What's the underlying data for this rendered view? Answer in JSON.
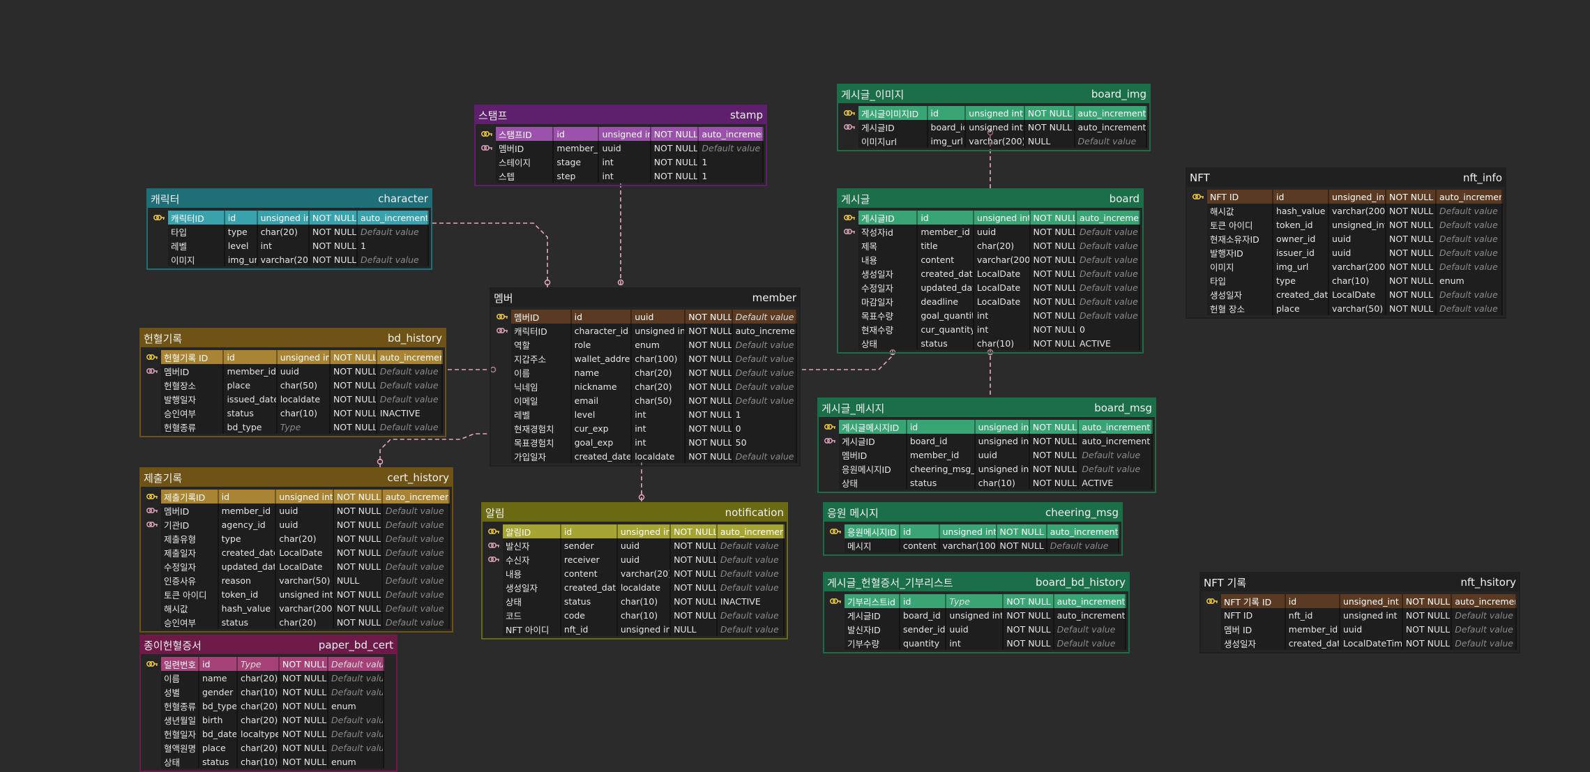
{
  "colors": {
    "background": "#2b2b2b",
    "connector": "#e8a7bd"
  },
  "tables": [
    {
      "id": "character",
      "label": "캐릭터",
      "name": "character",
      "color": "#1e6f78",
      "light": "#3aa2ad",
      "rows": [
        {
          "key": "pk",
          "cols": [
            "캐릭터ID",
            "id",
            "unsigned int",
            "NOT NULL",
            "auto_increment"
          ]
        },
        {
          "key": "",
          "cols": [
            "타입",
            "type",
            "char(20)",
            "NOT NULL",
            "Default value"
          ]
        },
        {
          "key": "",
          "cols": [
            "레벨",
            "level",
            "int",
            "NOT NULL",
            "1"
          ]
        },
        {
          "key": "",
          "cols": [
            "이미지",
            "img_url",
            "varchar(200)",
            "NOT NULL",
            "Default value"
          ]
        }
      ]
    },
    {
      "id": "stamp",
      "label": "스탬프",
      "name": "stamp",
      "color": "#5e1f6d",
      "light": "#9a52ab",
      "rows": [
        {
          "key": "pk",
          "cols": [
            "스탬프ID",
            "id",
            "unsigned int",
            "NOT NULL",
            "auto_increment"
          ]
        },
        {
          "key": "fk",
          "cols": [
            "멤버ID",
            "member_id",
            "uuid",
            "NOT NULL",
            "Default value"
          ]
        },
        {
          "key": "",
          "cols": [
            "스테이지",
            "stage",
            "int",
            "NOT NULL",
            "1"
          ]
        },
        {
          "key": "",
          "cols": [
            "스텝",
            "step",
            "int",
            "NOT NULL",
            "1"
          ]
        }
      ]
    },
    {
      "id": "board_img",
      "label": "게시글_이미지",
      "name": "board_img",
      "color": "#1a6e48",
      "light": "#3aa574",
      "rows": [
        {
          "key": "pk",
          "cols": [
            "게시글이미지ID",
            "id",
            "unsigned int",
            "NOT NULL",
            "auto_increment"
          ]
        },
        {
          "key": "fk",
          "cols": [
            "게시글ID",
            "board_id",
            "unsigned int",
            "NOT NULL",
            "auto_increment"
          ]
        },
        {
          "key": "",
          "cols": [
            "이미지url",
            "img_url",
            "varchar(200)",
            "NULL",
            "Default value"
          ]
        }
      ]
    },
    {
      "id": "board",
      "label": "게시글",
      "name": "board",
      "color": "#1a6e48",
      "light": "#3aa574",
      "rows": [
        {
          "key": "pk",
          "cols": [
            "게시글ID",
            "id",
            "unsigned int",
            "NOT NULL",
            "auto_increment"
          ]
        },
        {
          "key": "fk",
          "cols": [
            "작성자id",
            "member_id",
            "uuid",
            "NOT NULL",
            "Default value"
          ]
        },
        {
          "key": "",
          "cols": [
            "제목",
            "title",
            "char(20)",
            "NOT NULL",
            "Default value"
          ]
        },
        {
          "key": "",
          "cols": [
            "내용",
            "content",
            "varchar(200)",
            "NOT NULL",
            "Default value"
          ]
        },
        {
          "key": "",
          "cols": [
            "생성일자",
            "created_date",
            "LocalDate",
            "NOT NULL",
            "Default value"
          ]
        },
        {
          "key": "",
          "cols": [
            "수정일자",
            "updated_date",
            "LocalDate",
            "NOT NULL",
            "Default value"
          ]
        },
        {
          "key": "",
          "cols": [
            "마감일자",
            "deadline",
            "LocalDate",
            "NOT NULL",
            "Default value"
          ]
        },
        {
          "key": "",
          "cols": [
            "목표수량",
            "goal_quantity",
            "int",
            "NOT NULL",
            "Default value"
          ]
        },
        {
          "key": "",
          "cols": [
            "현재수량",
            "cur_quantity",
            "int",
            "NOT NULL",
            "0"
          ]
        },
        {
          "key": "",
          "cols": [
            "상태",
            "status",
            "char(10)",
            "NOT NULL",
            "ACTIVE"
          ]
        }
      ]
    },
    {
      "id": "nft_info",
      "label": "NFT",
      "name": "nft_info",
      "color": "#1f1f1f",
      "light": "#5a3a22",
      "rows": [
        {
          "key": "pk",
          "cols": [
            "NFT ID",
            "id",
            "unsigned_int",
            "NOT NULL",
            "auto_increment"
          ]
        },
        {
          "key": "",
          "cols": [
            "해시값",
            "hash_value",
            "varchar(200)",
            "NOT NULL",
            "Default value"
          ]
        },
        {
          "key": "",
          "cols": [
            "토큰 아이디",
            "token_id",
            "unsigned_int",
            "NOT NULL",
            "Default value"
          ]
        },
        {
          "key": "",
          "cols": [
            "현재소유자ID",
            "owner_id",
            "uuid",
            "NOT NULL",
            "Default value"
          ]
        },
        {
          "key": "",
          "cols": [
            "발행자ID",
            "issuer_id",
            "uuid",
            "NOT NULL",
            "Default value"
          ]
        },
        {
          "key": "",
          "cols": [
            "이미지",
            "img_url",
            "varchar(200)",
            "NOT NULL",
            "Default value"
          ]
        },
        {
          "key": "",
          "cols": [
            "타입",
            "type",
            "char(10)",
            "NOT NULL",
            "enum"
          ]
        },
        {
          "key": "",
          "cols": [
            "생성일자",
            "created_date",
            "LocalDate",
            "NOT NULL",
            "Default value"
          ]
        },
        {
          "key": "",
          "cols": [
            "헌혈 장소",
            "place",
            "varchar(50)",
            "NOT NULL",
            "Default value"
          ]
        }
      ]
    },
    {
      "id": "member",
      "label": "멤버",
      "name": "member",
      "color": "#1f1f1f",
      "light": "#5a3a22",
      "rows": [
        {
          "key": "pk",
          "cols": [
            "멤버ID",
            "id",
            "uuid",
            "NOT NULL",
            "Default value"
          ]
        },
        {
          "key": "fk",
          "cols": [
            "캐릭터ID",
            "character_id",
            "unsigned int",
            "NOT NULL",
            "auto_increment"
          ]
        },
        {
          "key": "",
          "cols": [
            "역할",
            "role",
            "enum",
            "NOT NULL",
            "Default value"
          ]
        },
        {
          "key": "",
          "cols": [
            "지갑주소",
            "wallet_address",
            "char(100)",
            "NOT NULL",
            "Default value"
          ]
        },
        {
          "key": "",
          "cols": [
            "이름",
            "name",
            "char(20)",
            "NOT NULL",
            "Default value"
          ]
        },
        {
          "key": "",
          "cols": [
            "닉네임",
            "nickname",
            "char(20)",
            "NOT NULL",
            "Default value"
          ]
        },
        {
          "key": "",
          "cols": [
            "이메일",
            "email",
            "char(50)",
            "NOT NULL",
            "Default value"
          ]
        },
        {
          "key": "",
          "cols": [
            "레벨",
            "level",
            "int",
            "NOT NULL",
            "1"
          ]
        },
        {
          "key": "",
          "cols": [
            "현재경험치",
            "cur_exp",
            "int",
            "NOT NULL",
            "0"
          ]
        },
        {
          "key": "",
          "cols": [
            "목표경험치",
            "goal_exp",
            "int",
            "NOT NULL",
            "50"
          ]
        },
        {
          "key": "",
          "cols": [
            "가입일자",
            "created_date",
            "localdate",
            "NOT NULL",
            "Default value"
          ]
        }
      ]
    },
    {
      "id": "bd_history",
      "label": "헌혈기록",
      "name": "bd_history",
      "color": "#6e5216",
      "light": "#a98434",
      "rows": [
        {
          "key": "pk",
          "cols": [
            "헌혈기록 ID",
            "id",
            "unsigned int",
            "NOT NULL",
            "auto_increment"
          ]
        },
        {
          "key": "fk",
          "cols": [
            "멤버ID",
            "member_id",
            "uuid",
            "NOT NULL",
            "Default value"
          ]
        },
        {
          "key": "",
          "cols": [
            "헌혈장소",
            "place",
            "char(50)",
            "NOT NULL",
            "Default value"
          ]
        },
        {
          "key": "",
          "cols": [
            "발행일자",
            "issued_date",
            "localdate",
            "NOT NULL",
            "Default value"
          ]
        },
        {
          "key": "",
          "cols": [
            "승인여부",
            "status",
            "char(10)",
            "NOT NULL",
            "INACTIVE"
          ]
        },
        {
          "key": "",
          "cols": [
            "헌혈종류",
            "bd_type",
            "Type",
            "NOT NULL",
            "Default value"
          ]
        }
      ]
    },
    {
      "id": "board_msg",
      "label": "게시글_메시지",
      "name": "board_msg",
      "color": "#1a6e48",
      "light": "#3aa574",
      "rows": [
        {
          "key": "pk",
          "cols": [
            "게시글메시지ID",
            "id",
            "unsigned int",
            "NOT NULL",
            "auto_increment"
          ]
        },
        {
          "key": "fk",
          "cols": [
            "게시글ID",
            "board_id",
            "unsigned int",
            "NOT NULL",
            "auto_increment"
          ]
        },
        {
          "key": "",
          "cols": [
            "멤버ID",
            "member_id",
            "uuid",
            "NOT NULL",
            "Default value"
          ]
        },
        {
          "key": "",
          "cols": [
            "응원메시지ID",
            "cheering_msg_id",
            "unsigned int",
            "NOT NULL",
            "Default value"
          ]
        },
        {
          "key": "",
          "cols": [
            "상태",
            "status",
            "char(10)",
            "NOT NULL",
            "ACTIVE"
          ]
        }
      ]
    },
    {
      "id": "cert_history",
      "label": "제출기록",
      "name": "cert_history",
      "color": "#6e5216",
      "light": "#a98434",
      "rows": [
        {
          "key": "pk",
          "cols": [
            "제출기록ID",
            "id",
            "unsigned int",
            "NOT NULL",
            "auto_increment"
          ]
        },
        {
          "key": "fk",
          "cols": [
            "멤버ID",
            "member_id",
            "uuid",
            "NOT NULL",
            "Default value"
          ]
        },
        {
          "key": "fk",
          "cols": [
            "기관ID",
            "agency_id",
            "uuid",
            "NOT NULL",
            "Default value"
          ]
        },
        {
          "key": "",
          "cols": [
            "제출유형",
            "type",
            "char(20)",
            "NOT NULL",
            "Default value"
          ]
        },
        {
          "key": "",
          "cols": [
            "제출일자",
            "created_date",
            "LocalDate",
            "NOT NULL",
            "Default value"
          ]
        },
        {
          "key": "",
          "cols": [
            "수정일자",
            "updated_date",
            "LocalDate",
            "NOT NULL",
            "Default value"
          ]
        },
        {
          "key": "",
          "cols": [
            "인증사유",
            "reason",
            "varchar(50)",
            "NULL",
            "Default value"
          ]
        },
        {
          "key": "",
          "cols": [
            "토큰 아이디",
            "token_id",
            "unsigned int",
            "NOT NULL",
            "Default value"
          ]
        },
        {
          "key": "",
          "cols": [
            "해시값",
            "hash_value",
            "varchar(200)",
            "NOT NULL",
            "Default value"
          ]
        },
        {
          "key": "",
          "cols": [
            "승인여부",
            "status",
            "char(20)",
            "NOT NULL",
            "Default value"
          ]
        }
      ]
    },
    {
      "id": "notification",
      "label": "알림",
      "name": "notification",
      "color": "#6b6a12",
      "light": "#a6a432",
      "rows": [
        {
          "key": "pk",
          "cols": [
            "알림ID",
            "id",
            "unsigned int",
            "NOT NULL",
            "auto_increment"
          ]
        },
        {
          "key": "fk",
          "cols": [
            "발신자",
            "sender",
            "uuid",
            "NOT NULL",
            "Default value"
          ]
        },
        {
          "key": "fk",
          "cols": [
            "수신자",
            "receiver",
            "uuid",
            "NOT NULL",
            "Default value"
          ]
        },
        {
          "key": "",
          "cols": [
            "내용",
            "content",
            "varchar(20)",
            "NOT NULL",
            "Default value"
          ]
        },
        {
          "key": "",
          "cols": [
            "생성일자",
            "created_date",
            "localdate",
            "NOT NULL",
            "Default value"
          ]
        },
        {
          "key": "",
          "cols": [
            "상태",
            "status",
            "char(10)",
            "NOT NULL",
            "INACTIVE"
          ]
        },
        {
          "key": "",
          "cols": [
            "코드",
            "code",
            "char(10)",
            "NOT NULL",
            "Default value"
          ]
        },
        {
          "key": "",
          "cols": [
            "NFT 아이디",
            "nft_id",
            "unsigned int",
            "NULL",
            "Default value"
          ]
        }
      ]
    },
    {
      "id": "cheering_msg",
      "label": "응원 메시지",
      "name": "cheering_msg",
      "color": "#1a6e48",
      "light": "#3aa574",
      "rows": [
        {
          "key": "pk",
          "cols": [
            "응원메시지ID",
            "id",
            "unsigned int",
            "NOT NULL",
            "auto_increment"
          ]
        },
        {
          "key": "",
          "cols": [
            "메시지",
            "content",
            "varchar(100)",
            "NOT NULL",
            "Default value"
          ]
        }
      ]
    },
    {
      "id": "board_bd_history",
      "label": "게시글_헌혈증서_기부리스트",
      "name": "board_bd_history",
      "color": "#1a6e48",
      "light": "#3aa574",
      "rows": [
        {
          "key": "pk",
          "cols": [
            "기부리스트id",
            "id",
            "Type",
            "NOT NULL",
            "auto_increment"
          ]
        },
        {
          "key": "",
          "cols": [
            "게시글ID",
            "board_id",
            "unsigned int",
            "NOT NULL",
            "auto_increment"
          ]
        },
        {
          "key": "",
          "cols": [
            "발신자ID",
            "sender_id",
            "uuid",
            "NOT NULL",
            "Default value"
          ]
        },
        {
          "key": "",
          "cols": [
            "기부수량",
            "quantity",
            "int",
            "NOT NULL",
            "Default value"
          ]
        }
      ]
    },
    {
      "id": "nft_hsitory",
      "label": "NFT 기록",
      "name": "nft_hsitory",
      "color": "#1f1f1f",
      "light": "#5a3a22",
      "rows": [
        {
          "key": "pk",
          "cols": [
            "NFT 기록 ID",
            "id",
            "unsigned_int",
            "NOT NULL",
            "auto_increment"
          ]
        },
        {
          "key": "",
          "cols": [
            "NFT ID",
            "nft_id",
            "unsigned int",
            "NOT NULL",
            "Default value"
          ]
        },
        {
          "key": "",
          "cols": [
            "멤버 ID",
            "member_id",
            "uuid",
            "NOT NULL",
            "Default value"
          ]
        },
        {
          "key": "",
          "cols": [
            "생성일자",
            "created_date",
            "LocalDateTime",
            "NOT NULL",
            "Default value"
          ]
        }
      ]
    },
    {
      "id": "paper_bd_cert",
      "label": "종이헌혈증서",
      "name": "paper_bd_cert",
      "color": "#6d1a48",
      "light": "#a74279",
      "rows": [
        {
          "key": "pk",
          "cols": [
            "일련번호",
            "id",
            "Type",
            "NOT NULL",
            "Default value"
          ]
        },
        {
          "key": "",
          "cols": [
            "이름",
            "name",
            "char(20)",
            "NOT NULL",
            "Default value"
          ]
        },
        {
          "key": "",
          "cols": [
            "성별",
            "gender",
            "char(10)",
            "NOT NULL",
            "Default value"
          ]
        },
        {
          "key": "",
          "cols": [
            "헌혈종류",
            "bd_type",
            "char(20)",
            "NOT NULL",
            "enum"
          ]
        },
        {
          "key": "",
          "cols": [
            "생년월일",
            "birth",
            "char(20)",
            "NOT NULL",
            "Default value"
          ]
        },
        {
          "key": "",
          "cols": [
            "헌혈일자",
            "bd_date",
            "localtype",
            "NOT NULL",
            "Default value"
          ]
        },
        {
          "key": "",
          "cols": [
            "혈액원명",
            "place",
            "char(20)",
            "NOT NULL",
            "Default value"
          ]
        },
        {
          "key": "",
          "cols": [
            "상태",
            "status",
            "char(10)",
            "NOT NULL",
            "enum"
          ]
        }
      ]
    }
  ]
}
